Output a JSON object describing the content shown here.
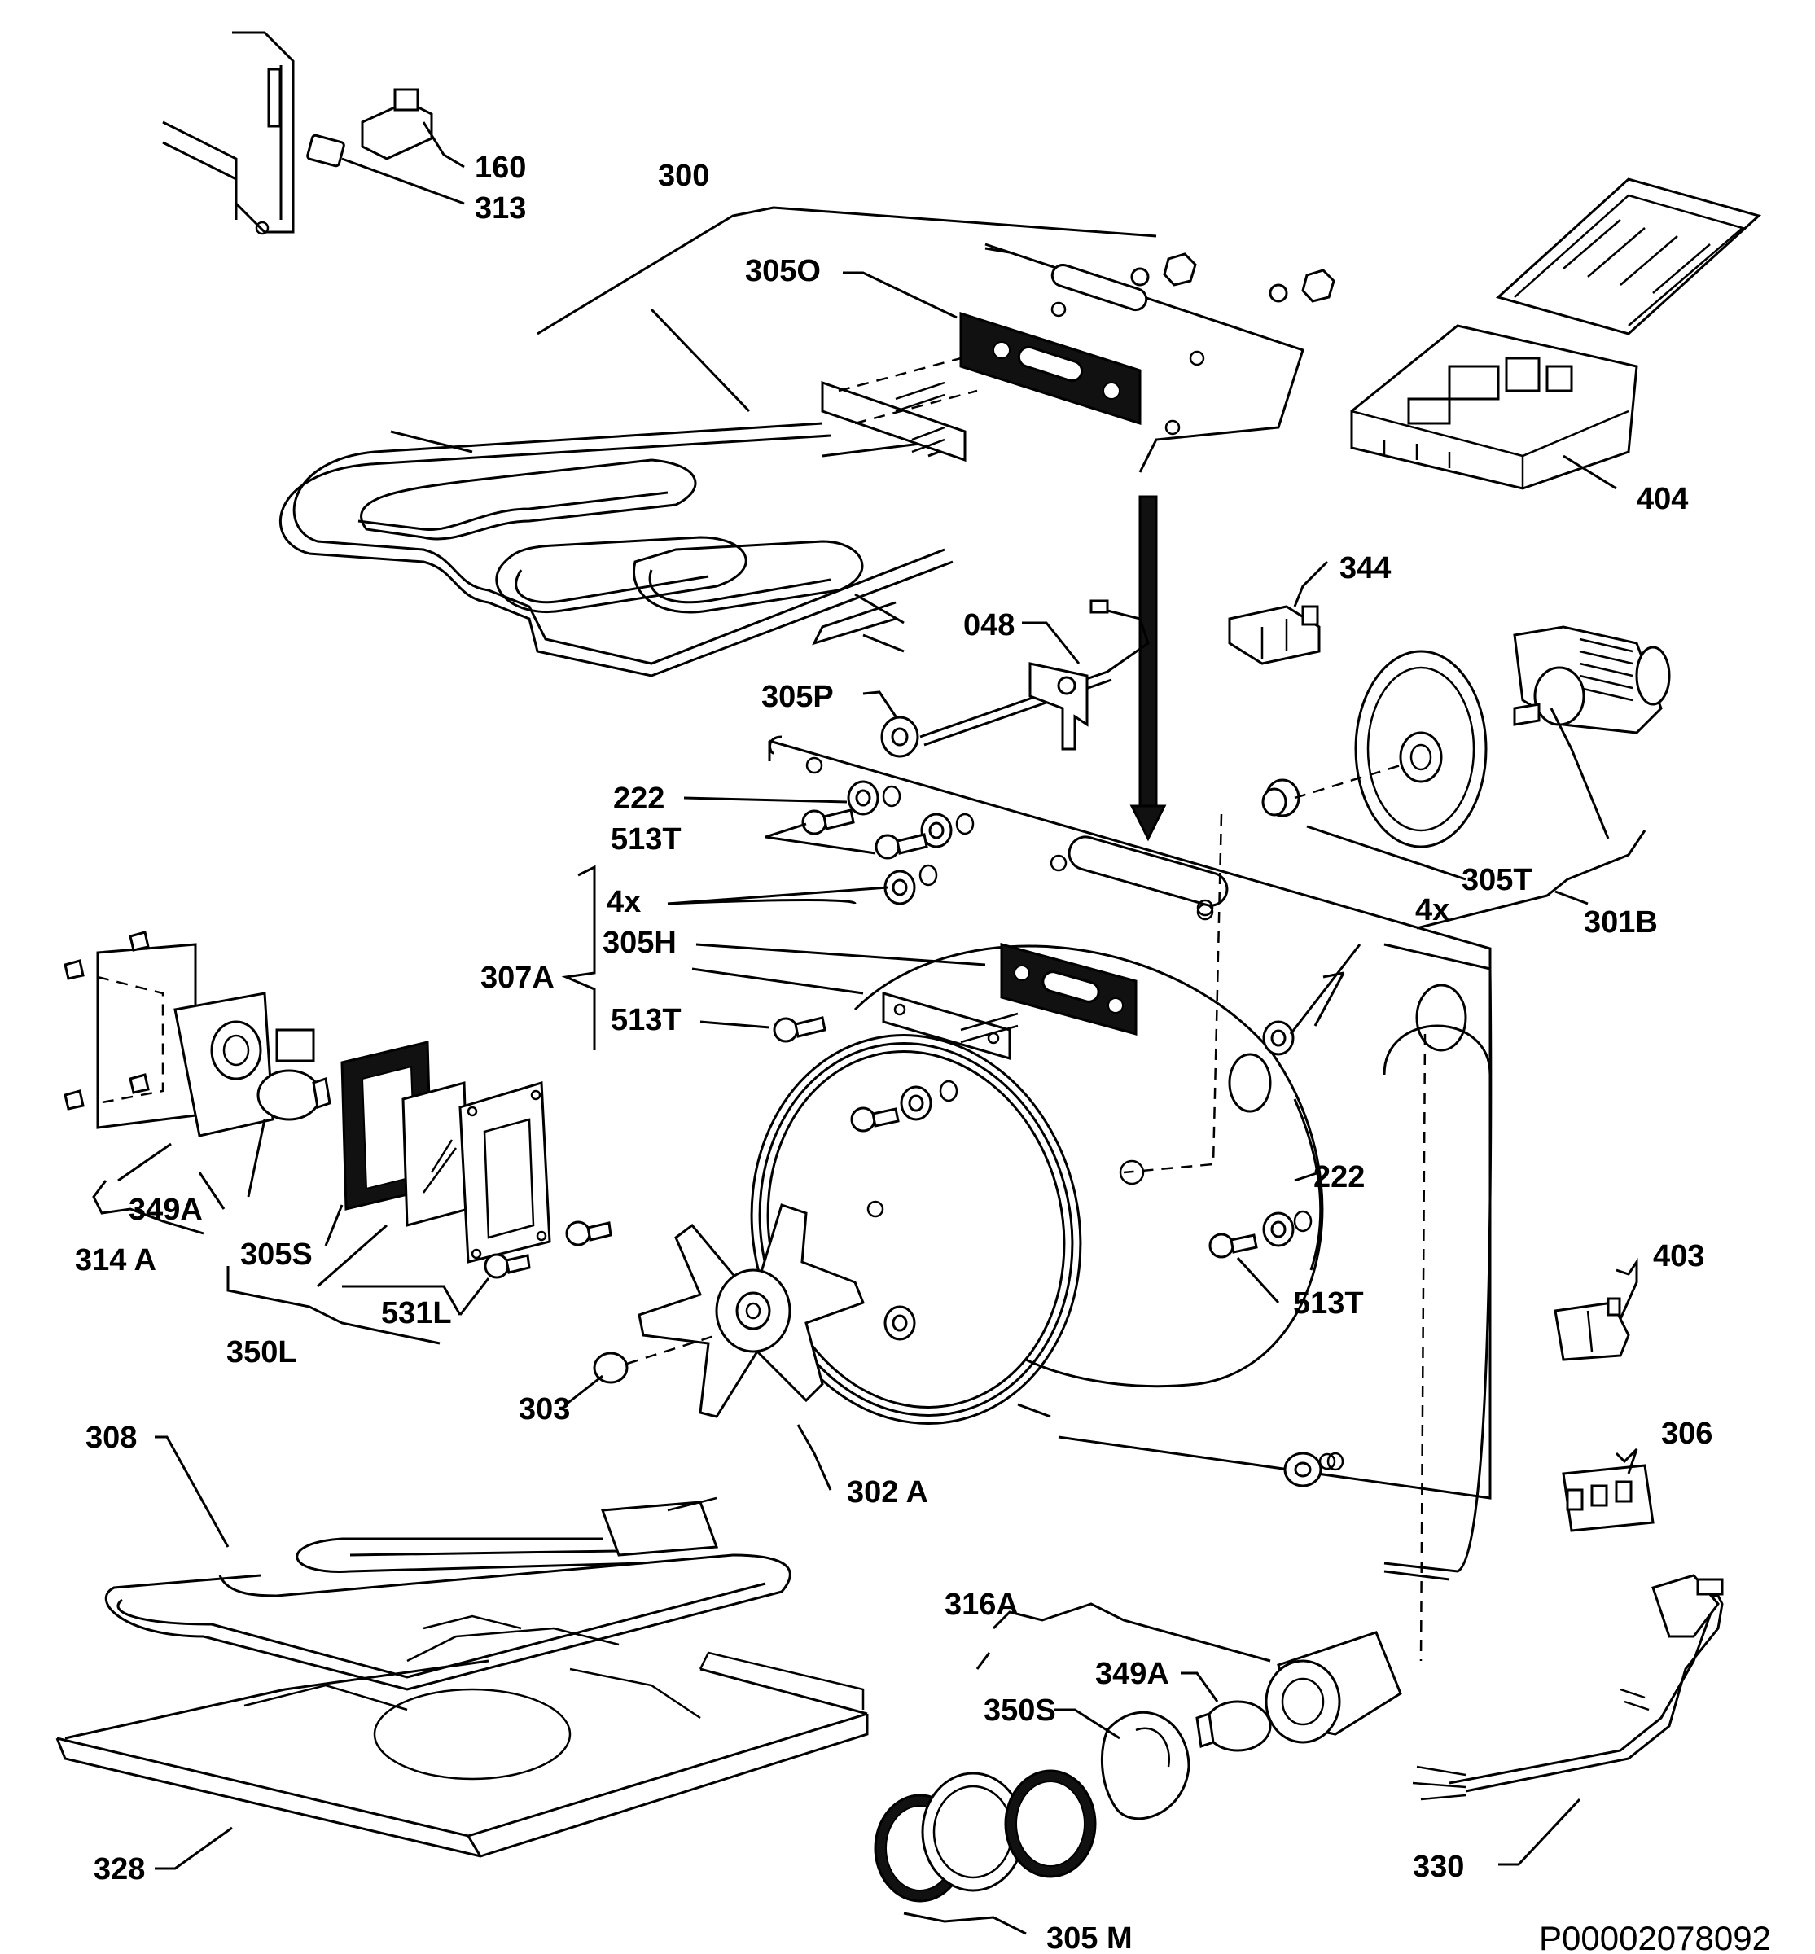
{
  "diagram_code": "P00002078092",
  "labels": {
    "l160": "160",
    "l313": "313",
    "l300": "300",
    "l305O": "305O",
    "l404": "404",
    "l344": "344",
    "l048": "048",
    "l305P": "305P",
    "l222a": "222",
    "l513Ta": "513T",
    "l4xa": "4x",
    "l305H": "305H",
    "l307A": "307A",
    "l513Tb": "513T",
    "l305T": "305T",
    "l4xb": "4x",
    "l301B": "301B",
    "l349Aa": "349A",
    "l314A": "314 A",
    "l305S": "305S",
    "l350L": "350L",
    "l531L": "531L",
    "l222b": "222",
    "l513Tc": "513T",
    "l403": "403",
    "l303": "303",
    "l302A": "302 A",
    "l306": "306",
    "l308": "308",
    "l316A": "316A",
    "l349Ab": "349A",
    "l350S": "350S",
    "l328": "328",
    "l330": "330",
    "l305M": "305 M"
  }
}
